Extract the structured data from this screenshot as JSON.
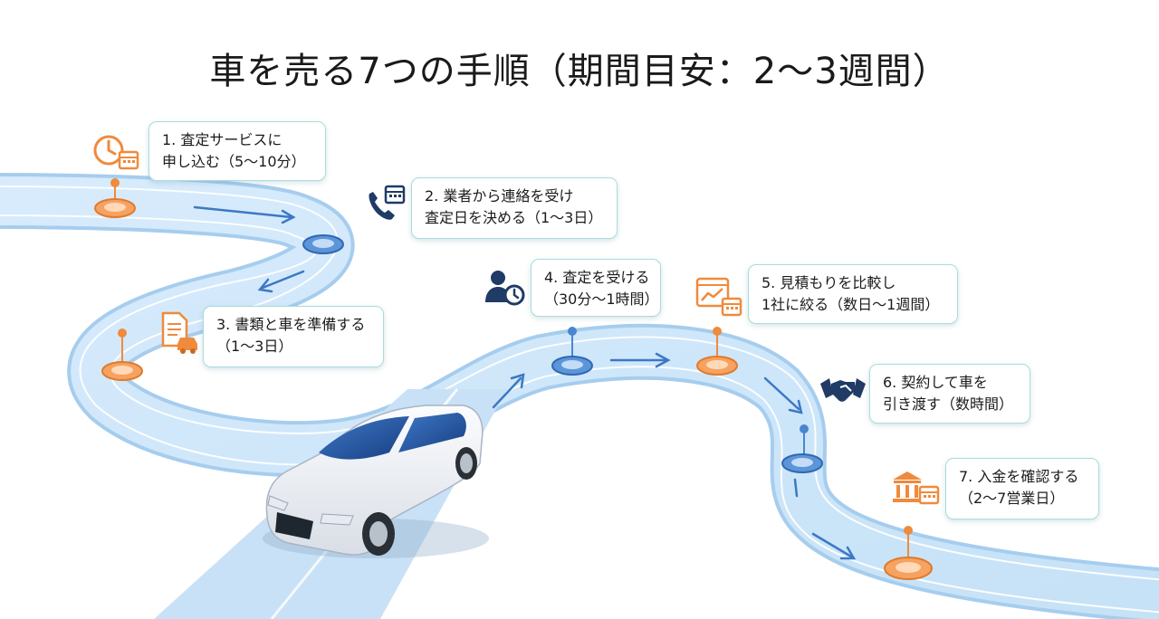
{
  "title": "車を売る7つの手順（期間目安：2〜3週間）",
  "colors": {
    "orange": "#f08a3c",
    "navy": "#1f3b66",
    "blue_marker": "#4a86d0",
    "road": "#cfe6fb",
    "road_edge": "#9cc7ef",
    "card_border": "#a9dcdc"
  },
  "steps": [
    {
      "line1": "1. 査定サービスに",
      "line2": "申し込む（5〜10分）",
      "icon": "clock-calendar-icon",
      "marker": "orange"
    },
    {
      "line1": "2. 業者から連絡を受け",
      "line2": "査定日を決める（1〜3日）",
      "icon": "phone-calendar-icon",
      "marker": "blue"
    },
    {
      "line1": "3. 書類と車を準備する",
      "line2": "（1〜3日）",
      "icon": "document-car-icon",
      "marker": "orange"
    },
    {
      "line1": "4. 査定を受ける",
      "line2": "（30分〜1時間）",
      "icon": "person-clock-icon",
      "marker": "blue"
    },
    {
      "line1": "5. 見積もりを比較し",
      "line2": "1社に絞る（数日〜1週間）",
      "icon": "chart-calendar-icon",
      "marker": "orange"
    },
    {
      "line1": "6. 契約して車を",
      "line2": "引き渡す（数時間）",
      "icon": "handshake-icon",
      "marker": "blue"
    },
    {
      "line1": "7. 入金を確認する",
      "line2": "（2〜7営業日）",
      "icon": "bank-calendar-icon",
      "marker": "orange"
    }
  ]
}
